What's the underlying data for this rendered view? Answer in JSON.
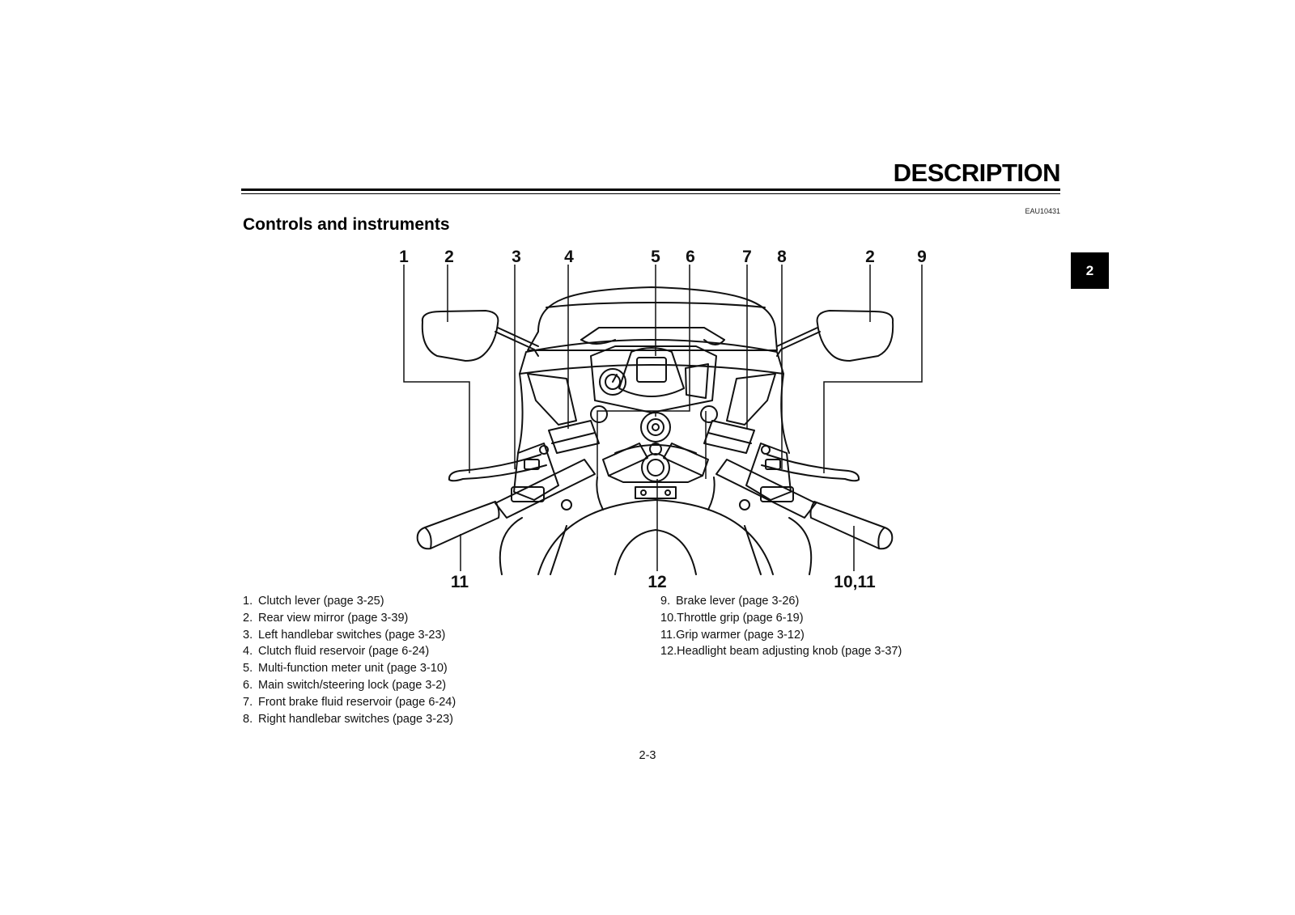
{
  "header": {
    "title": "DESCRIPTION",
    "code": "EAU10431"
  },
  "section": {
    "title": "Controls and instruments"
  },
  "chapter_tab": "2",
  "diagram": {
    "callouts_top": [
      "1",
      "2",
      "3",
      "4",
      "5",
      "6",
      "7",
      "8",
      "2",
      "9"
    ],
    "callouts_bottom": [
      "11",
      "12",
      "10,11"
    ]
  },
  "legend": {
    "left": [
      {
        "num": "1.",
        "text": "Clutch lever (page 3-25)"
      },
      {
        "num": "2.",
        "text": "Rear view mirror (page 3-39)"
      },
      {
        "num": "3.",
        "text": "Left handlebar switches (page 3-23)"
      },
      {
        "num": "4.",
        "text": "Clutch fluid reservoir (page 6-24)"
      },
      {
        "num": "5.",
        "text": "Multi-function meter unit (page 3-10)"
      },
      {
        "num": "6.",
        "text": "Main switch/steering lock (page 3-2)"
      },
      {
        "num": "7.",
        "text": "Front brake fluid reservoir (page 6-24)"
      },
      {
        "num": "8.",
        "text": "Right handlebar switches (page 3-23)"
      }
    ],
    "right": [
      {
        "num": "9.",
        "text": "Brake lever (page 3-26)"
      },
      {
        "num": "10.",
        "text": "Throttle grip (page 6-19)"
      },
      {
        "num": "11.",
        "text": "Grip warmer (page 3-12)"
      },
      {
        "num": "12.",
        "text": "Headlight beam adjusting knob (page 3-37)"
      }
    ]
  },
  "footer": {
    "page_number": "2-3"
  }
}
